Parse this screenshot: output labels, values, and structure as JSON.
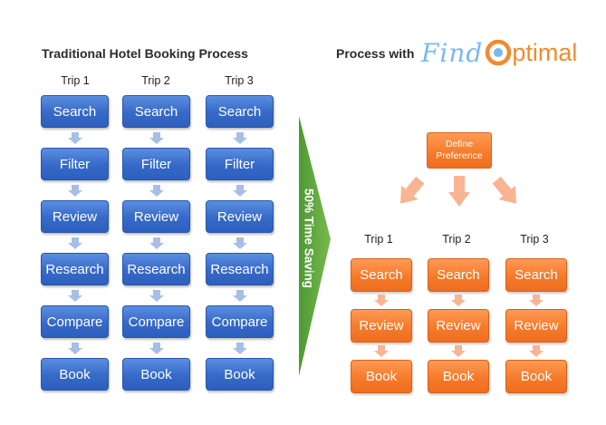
{
  "left_title": "Traditional Hotel Booking Process",
  "right_title": "Process with",
  "logo": {
    "find": "Find",
    "optimal": "ptimal"
  },
  "banner": "50% Time Saving",
  "define_box": {
    "line1": "Define",
    "line2": "Preference"
  },
  "left_trips": [
    "Trip 1",
    "Trip 2",
    "Trip 3"
  ],
  "left_steps": [
    "Search",
    "Filter",
    "Review",
    "Research",
    "Compare",
    "Book"
  ],
  "right_trips": [
    "Trip 1",
    "Trip 2",
    "Trip 3"
  ],
  "right_steps": [
    "Search",
    "Review",
    "Book"
  ],
  "colors": {
    "blue": "#3669c8",
    "orange": "#f57a2a",
    "green": "#6aab45",
    "arrow_blue": "#a7bee6",
    "arrow_orange": "#f9b493"
  }
}
